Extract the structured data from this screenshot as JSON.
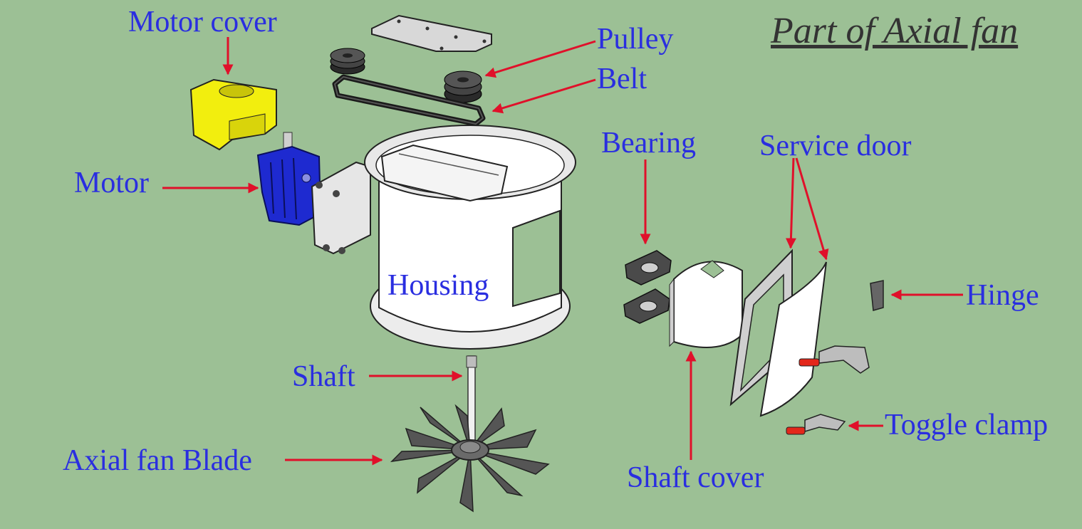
{
  "title": "Part of Axial fan",
  "labels": {
    "motor_cover": "Motor cover",
    "pulley": "Pulley",
    "belt": "Belt",
    "motor": "Motor",
    "bearing": "Bearing",
    "service_door": "Service door",
    "housing": "Housing",
    "hinge": "Hinge",
    "shaft": "Shaft",
    "toggle_clamp": "Toggle clamp",
    "axial_fan_blade": "Axial fan Blade",
    "shaft_cover": "Shaft cover"
  },
  "colors": {
    "background": "#9cc095",
    "label_text": "#2a2ee0",
    "title_text": "#333333",
    "arrow": "#e0102a",
    "motor_cover": "#f2ee0e",
    "motor": "#1e2ad0"
  }
}
